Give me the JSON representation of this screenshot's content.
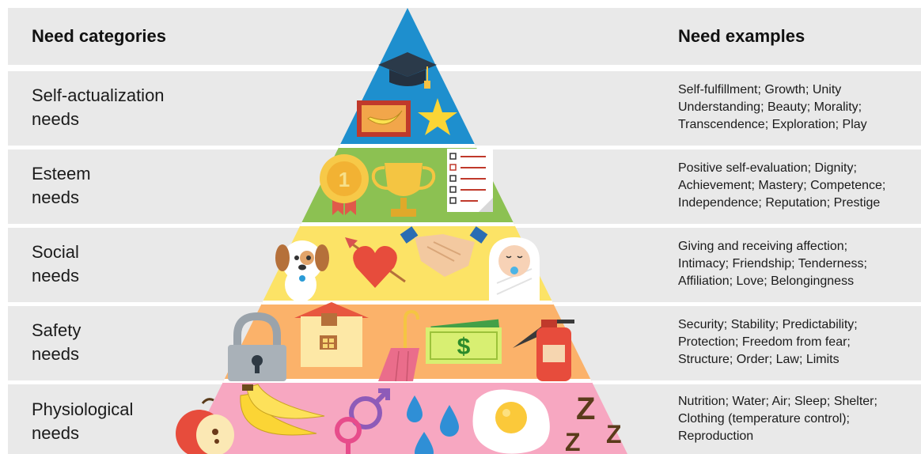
{
  "header": {
    "left": "Need categories",
    "right": "Need examples"
  },
  "levels": [
    {
      "category": [
        "Self-actualization",
        "needs"
      ],
      "examples": [
        "Self-fulfillment; Growth; Unity",
        "Understanding; Beauty; Morality;",
        "Transcendence; Exploration; Play"
      ],
      "color": "#1e8fce",
      "icons": [
        "graduation-cap-icon",
        "banana-picture-icon",
        "star-icon"
      ]
    },
    {
      "category": [
        "Esteem",
        "needs"
      ],
      "examples": [
        "Positive self-evaluation; Dignity;",
        "Achievement; Mastery; Competence;",
        "Independence; Reputation; Prestige"
      ],
      "color": "#8cc152",
      "icons": [
        "medal-icon",
        "trophy-icon",
        "checklist-icon"
      ]
    },
    {
      "category": [
        "Social",
        "needs"
      ],
      "examples": [
        "Giving and receiving affection;",
        "Intimacy; Friendship; Tenderness;",
        "Affiliation; Love; Belongingness"
      ],
      "color": "#fce366",
      "icons": [
        "puppy-icon",
        "heart-arrow-icon",
        "handshake-icon",
        "baby-icon"
      ]
    },
    {
      "category": [
        "Safety",
        "needs"
      ],
      "examples": [
        "Security; Stability; Predictability;",
        "Protection; Freedom from fear;",
        "Structure; Order; Law; Limits"
      ],
      "color": "#fbb26a",
      "icons": [
        "padlock-icon",
        "house-icon",
        "umbrella-icon",
        "money-icon",
        "fire-extinguisher-icon"
      ]
    },
    {
      "category": [
        "Physiological",
        "needs"
      ],
      "examples": [
        "Nutrition; Water; Air; Sleep; Shelter;",
        "Clothing (temperature control);",
        "Reproduction"
      ],
      "color": "#f7a7c1",
      "icons": [
        "apple-icon",
        "bananas-icon",
        "gender-symbols-icon",
        "water-drops-icon",
        "fried-egg-icon",
        "sleep-zzz-icon"
      ]
    }
  ],
  "icon_text": {
    "money": "$",
    "medal": "1",
    "zzz": "Z"
  }
}
